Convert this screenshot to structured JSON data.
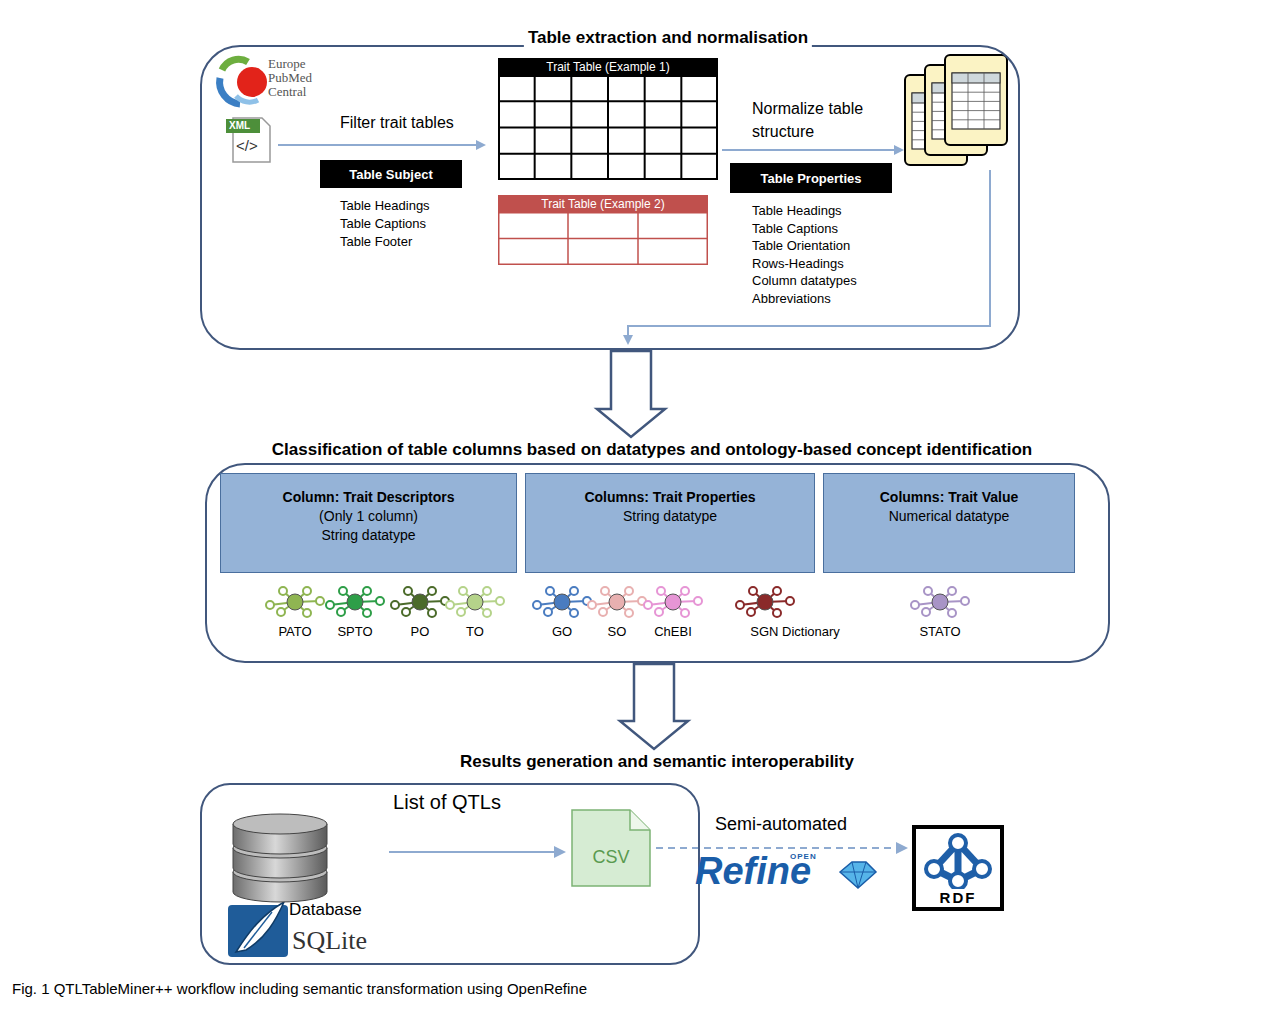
{
  "diagram": {
    "caption": "Fig. 1 QTLTableMiner++ workflow including semantic transformation using OpenRefine",
    "nodes": [
      {
        "text": [
          "Table extraction and normalisation"
        ]
      },
      {
        "text": [
          "Table Subject"
        ],
        "in": 0
      },
      {
        "text": [
          "Trait Table (Example 1)"
        ],
        "in": 0
      },
      {
        "text": [
          "Trait Table (Example 2)"
        ],
        "in": 0
      },
      {
        "text": [
          "Table Properties"
        ],
        "in": 0
      },
      {
        "text": [
          "Classification of table columns based on datatypes and ontology-based concept identification"
        ]
      },
      {
        "text": [
          "Column: Trait Descriptors",
          "(Only 1 column) String datatype"
        ],
        "in": 5
      },
      {
        "text": [
          "Columns: Trait Properties",
          "String datatype"
        ],
        "in": 5
      },
      {
        "text": [
          "Columns: Trait Value",
          "Numerical datatype"
        ],
        "in": 5
      },
      {
        "text": [
          "Results generation and semantic interoperability",
          "List of QTLs"
        ]
      },
      {
        "text": [
          "Database"
        ],
        "in": 9
      },
      {
        "text": [
          "CSV"
        ],
        "in": 9
      },
      {
        "text": [
          "RDF"
        ]
      }
    ],
    "edges": [
      {
        "from": 0,
        "to": 5,
        "arrow": "to"
      },
      {
        "from": 5,
        "to": 9,
        "arrow": "to"
      },
      {
        "from": 10,
        "to": 11,
        "arrow": "to"
      },
      {
        "from": 11,
        "to": 12,
        "arrow": "to",
        "label": "Semi-automated"
      }
    ],
    "labels": [
      "Europe PubMed Central",
      "XML",
      "</>",
      "Filter trait tables",
      "Table Headings",
      "Table Captions",
      "Table Footer",
      "Normalize table structure",
      "Table Headings",
      "Table Captions",
      "Table Orientation",
      "Rows-Headings",
      "Column datatypes",
      "Abbreviations",
      "PATO",
      "SPTO",
      "PO",
      "TO",
      "GO",
      "SO",
      "ChEBI",
      "SGN Dictionary",
      "STATO",
      "SQLite",
      "OPEN",
      "Refine"
    ]
  }
}
